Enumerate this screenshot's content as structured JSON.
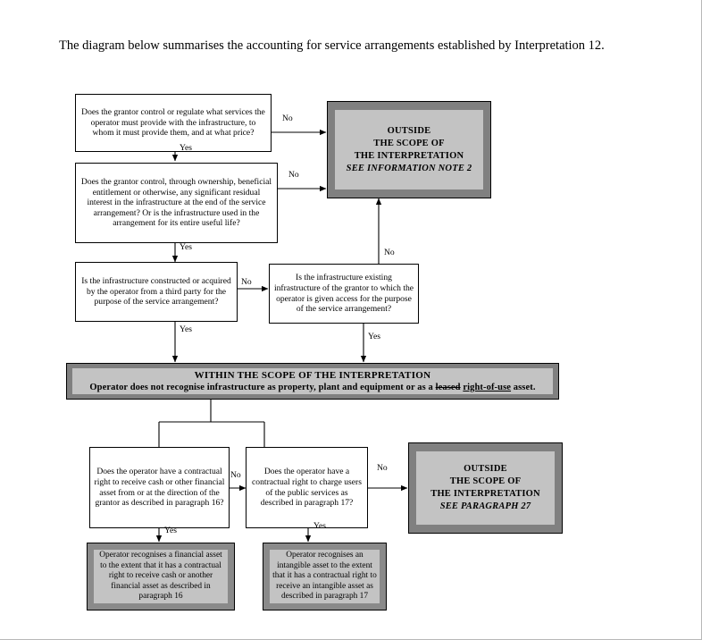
{
  "document": {
    "intro": "The diagram below summarises the accounting for service arrangements established by Interpretation 12."
  },
  "flowchart": {
    "type": "decision-flowchart",
    "title": "Accounting for service arrangements under Interpretation 12",
    "nodes": {
      "q1": {
        "kind": "decision",
        "text": "Does the grantor control or regulate what services the operator must provide with the infrastructure, to whom it must provide them, and at what price?"
      },
      "q2": {
        "kind": "decision",
        "text": "Does the grantor control, through ownership, beneficial entitlement or otherwise, any significant residual interest in the infrastructure at the end of the service arrangement? Or is the infrastructure used in the arrangement for its entire useful life?"
      },
      "q3": {
        "kind": "decision",
        "text": "Is the infrastructure constructed or acquired by the operator from a third party for the purpose of the service arrangement?"
      },
      "q4": {
        "kind": "decision",
        "text": "Is the infrastructure existing infrastructure of the grantor to which the operator is given access  for the purpose of the service arrangement?"
      },
      "outside1": {
        "kind": "outcome-grey",
        "line1": "OUTSIDE",
        "line2": "THE SCOPE OF",
        "line3": "THE INTERPRETATION",
        "line4": "SEE INFORMATION  NOTE 2"
      },
      "within": {
        "kind": "outcome-band",
        "line1": "WITHIN THE SCOPE OF THE INTERPRETATION",
        "line2_part1": "Operator does not recognise infrastructure as property, plant and equipment  or as a ",
        "line2_strike": "leased",
        "line2_gap": " ",
        "line2_underline": "right-of-use",
        "line2_part2": " asset."
      },
      "q5": {
        "kind": "decision",
        "text": "Does the operator have a contractual right to receive cash or other financial asset from or at the direction of the grantor as described in paragraph 16?"
      },
      "q6": {
        "kind": "decision",
        "text": "Does the operator have a contractual right to charge users of the public services as described in paragraph 17?"
      },
      "outside2": {
        "kind": "outcome-grey",
        "line1": "OUTSIDE",
        "line2": "THE SCOPE OF",
        "line3": "THE INTERPRETATION",
        "line4": "SEE PARAGRAPH  27"
      },
      "result1": {
        "kind": "result-grey",
        "text": "Operator recognises a financial asset to the extent that it has a contractual right to receive cash or another financial asset as described in paragraph 16"
      },
      "result2": {
        "kind": "result-grey",
        "text": "Operator recognises an intangible asset to the extent that it has a contractual right to receive an intangible asset as described in paragraph 17"
      }
    },
    "edges": [
      {
        "id": "e1",
        "from": "q1",
        "to": "outside1",
        "label": "No"
      },
      {
        "id": "e2",
        "from": "q1",
        "to": "q2",
        "label": "Yes"
      },
      {
        "id": "e3",
        "from": "q2",
        "to": "outside1",
        "label": "No"
      },
      {
        "id": "e4",
        "from": "q2",
        "to": "q3",
        "label": "Yes"
      },
      {
        "id": "e5",
        "from": "q3",
        "to": "q4",
        "label": "No"
      },
      {
        "id": "e6",
        "from": "q3",
        "to": "within",
        "label": "Yes"
      },
      {
        "id": "e7",
        "from": "q4",
        "to": "outside1",
        "label": "No"
      },
      {
        "id": "e8",
        "from": "q4",
        "to": "within",
        "label": "Yes"
      },
      {
        "id": "e9",
        "from": "q5",
        "to": "q6",
        "label": "No"
      },
      {
        "id": "e10",
        "from": "q5",
        "to": "result1",
        "label": "Yes"
      },
      {
        "id": "e11",
        "from": "q6",
        "to": "outside2",
        "label": "No"
      },
      {
        "id": "e12",
        "from": "q6",
        "to": "result2",
        "label": "Yes"
      }
    ],
    "edge_labels": {
      "q1_no": "No",
      "q1_yes": "Yes",
      "q2_no": "No",
      "q2_yes": "Yes",
      "q3_no": "No",
      "q3_yes": "Yes",
      "q4_no": "No",
      "q4_yes": "Yes",
      "q5_no": "No",
      "q5_yes": "Yes",
      "q6_no": "No",
      "q6_yes": "Yes"
    },
    "colors": {
      "grey_frame": "#808080",
      "grey_panel": "#c3c3c3",
      "result_frame": "#8a8a8a",
      "line": "#000000",
      "box_fill": "#ffffff"
    }
  }
}
